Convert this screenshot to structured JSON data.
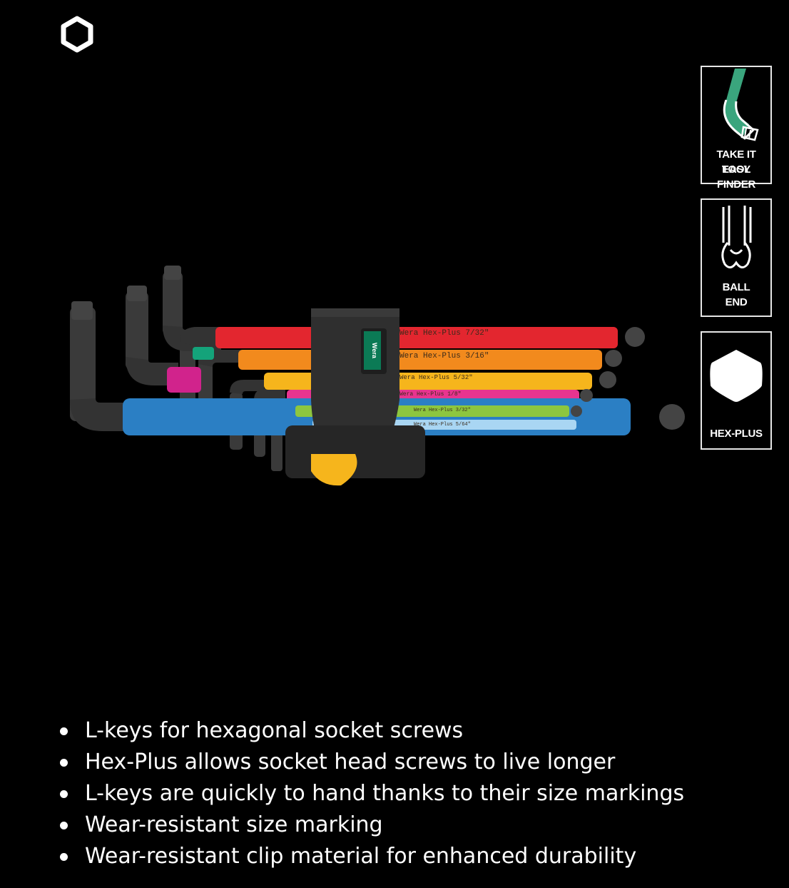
{
  "logo": {
    "icon": "hexagon-outline-icon"
  },
  "product_image": {
    "icon": "hex-key-set-image",
    "markings": [
      "Wera Hex-Plus 7/32\"",
      "Wera Hex-Plus 3/16\"",
      "Wera Hex-Plus 5/32\"",
      "Wera Hex-Plus 1/8\"",
      "Wera Hex-Plus 3/32\"",
      "Wera Hex-Plus 5/64\""
    ],
    "clip_brand": "Wera"
  },
  "badges": [
    {
      "icon": "l-key-icon",
      "line1": "TAKE IT EASY",
      "line2": "TOOL FINDER"
    },
    {
      "icon": "ball-end-icon",
      "line1": "BALL",
      "line2": "END"
    },
    {
      "icon": "hexagon-icon",
      "line1": "HEX-PLUS",
      "line2": ""
    }
  ],
  "features": [
    "L-keys for hexagonal socket screws",
    "Hex-Plus allows socket head screws to live longer",
    "L-keys are quickly to hand thanks to their size markings",
    "Wear-resistant size marking",
    "Wear-resistant clip material for enhanced durability"
  ],
  "colors": {
    "background": "#000000",
    "red": "#e3262f",
    "orange": "#f28a1d",
    "yellow": "#f6b51c",
    "pink": "#e8348f",
    "green": "#8dc63f",
    "light_blue": "#a9d6f3",
    "blue": "#2b7fc4",
    "teal": "#14a37a",
    "magenta": "#d1238c"
  }
}
